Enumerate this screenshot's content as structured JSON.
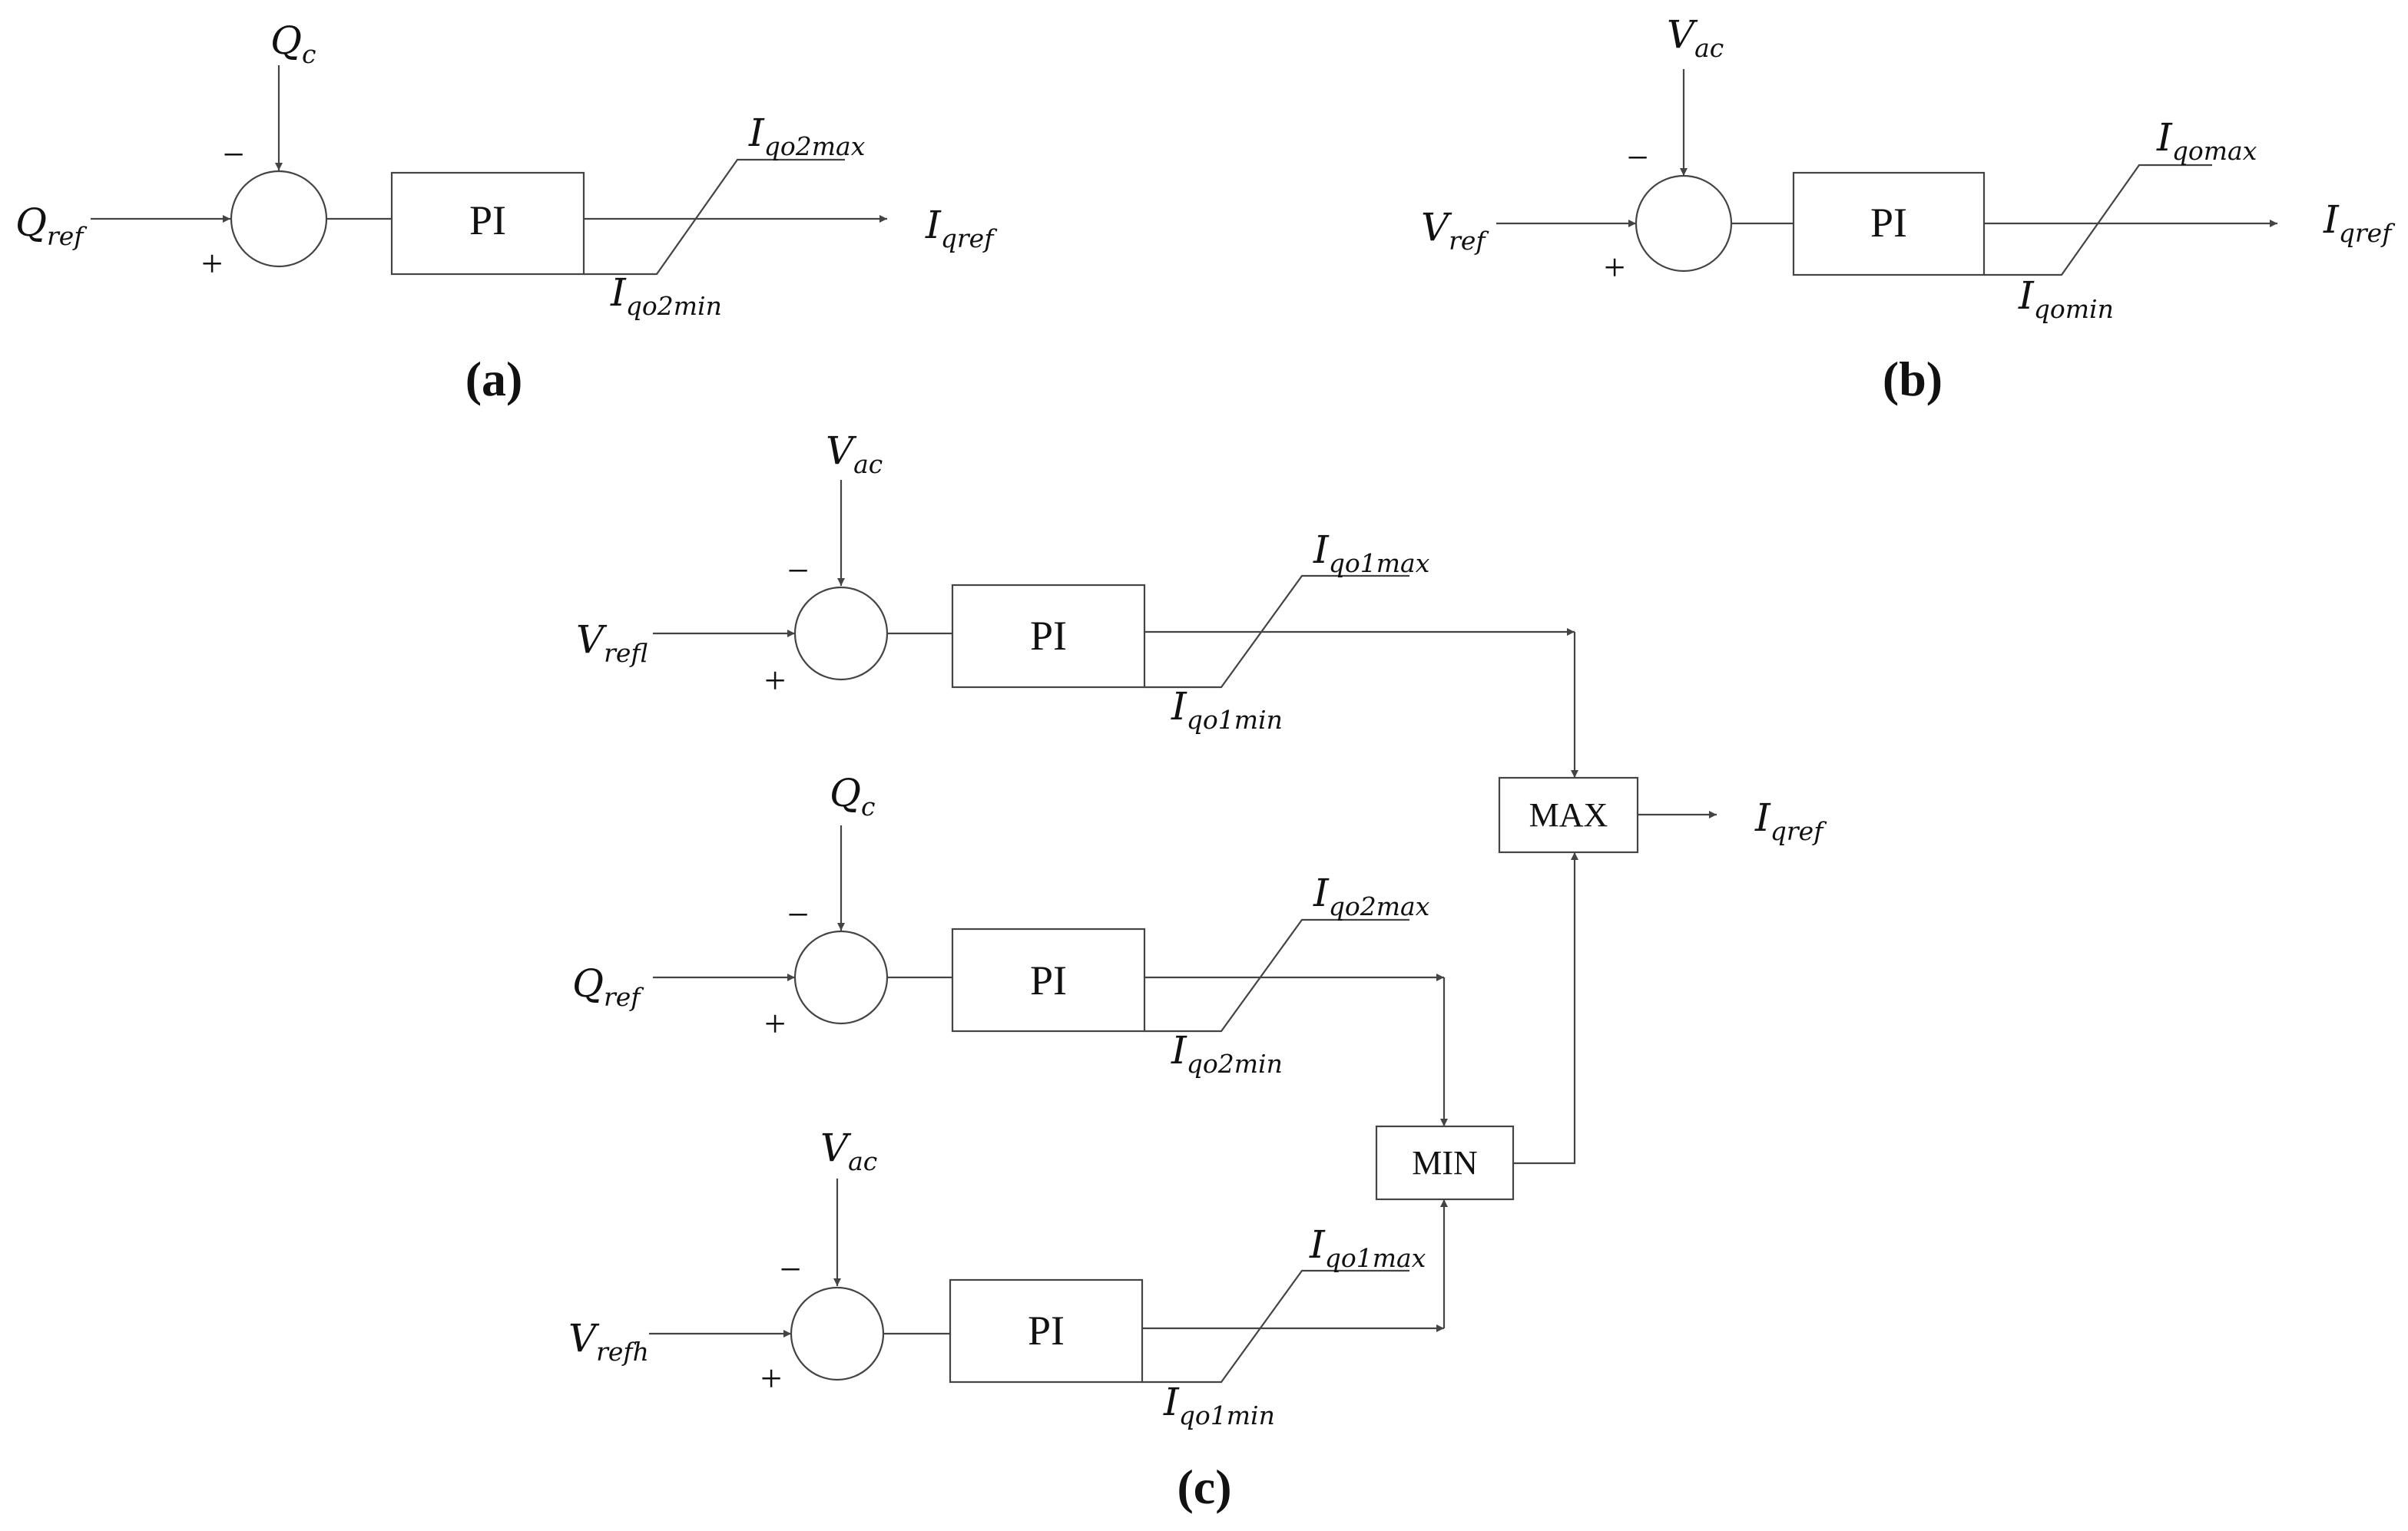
{
  "panel_a": {
    "caption": "(a)",
    "input": {
      "main": "Q",
      "sub": "ref"
    },
    "feedback": {
      "main": "Q",
      "sub": "c"
    },
    "block": "PI",
    "limit_max": {
      "main": "I",
      "sub": "qo2max"
    },
    "limit_min": {
      "main": "I",
      "sub": "qo2min"
    },
    "output": {
      "main": "I",
      "sub": "qref"
    },
    "sign_minus": "−",
    "sign_plus": "+"
  },
  "panel_b": {
    "caption": "(b)",
    "input": {
      "main": "V",
      "sub": "ref"
    },
    "feedback": {
      "main": "V",
      "sub": "ac"
    },
    "block": "PI",
    "limit_max": {
      "main": "I",
      "sub": "qomax"
    },
    "limit_min": {
      "main": "I",
      "sub": "qomin"
    },
    "output": {
      "main": "I",
      "sub": "qref"
    },
    "sign_minus": "−",
    "sign_plus": "+"
  },
  "panel_c": {
    "caption": "(c)",
    "loops": [
      {
        "input": {
          "main": "V",
          "sub": "refl"
        },
        "feedback": {
          "main": "V",
          "sub": "ac"
        },
        "block": "PI",
        "limit_max": {
          "main": "I",
          "sub": "qo1max"
        },
        "limit_min": {
          "main": "I",
          "sub": "qo1min"
        }
      },
      {
        "input": {
          "main": "Q",
          "sub": "ref"
        },
        "feedback": {
          "main": "Q",
          "sub": "c"
        },
        "block": "PI",
        "limit_max": {
          "main": "I",
          "sub": "qo2max"
        },
        "limit_min": {
          "main": "I",
          "sub": "qo2min"
        }
      },
      {
        "input": {
          "main": "V",
          "sub": "refh"
        },
        "feedback": {
          "main": "V",
          "sub": "ac"
        },
        "block": "PI",
        "limit_max": {
          "main": "I",
          "sub": "qo1max"
        },
        "limit_min": {
          "main": "I",
          "sub": "qo1min"
        }
      }
    ],
    "max_block": "MAX",
    "min_block": "MIN",
    "output": {
      "main": "I",
      "sub": "qref"
    },
    "sign_minus": "−",
    "sign_plus": "+"
  },
  "colors": {
    "line": "#444444",
    "text": "#111111",
    "background": "#ffffff"
  }
}
